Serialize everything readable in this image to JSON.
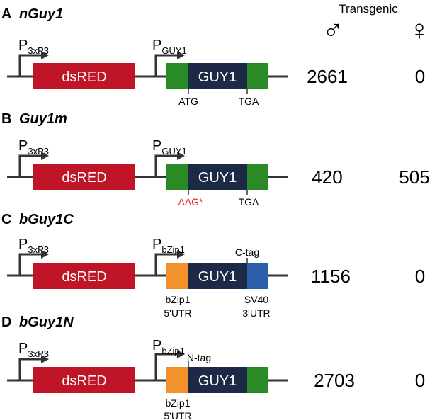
{
  "header": {
    "group_label": "Transgenic",
    "male_symbol": "♂",
    "female_symbol": "♀"
  },
  "colors": {
    "dsred": "#BF1527",
    "cds": "#1D2A45",
    "flank_green": "#2A8A25",
    "utr_orange": "#F3922D",
    "sv40_blue": "#2B5FAC",
    "line": "#333333",
    "mutation_red": "#E8262B"
  },
  "panels": [
    {
      "letter": "A",
      "title": "nGuy1",
      "p1_main": "P",
      "p1_sub": "3xP3",
      "p2_main": "P",
      "p2_sub": "GUY1",
      "reporter": "dsRED",
      "cds": "GUY1",
      "left_label": "ATG",
      "right_label": "TGA",
      "male_count": "2661",
      "female_count": "0"
    },
    {
      "letter": "B",
      "title": "Guy1m",
      "p1_main": "P",
      "p1_sub": "3xP3",
      "p2_main": "P",
      "p2_sub": "GUY1",
      "reporter": "dsRED",
      "cds": "GUY1",
      "left_label": "AAG*",
      "right_label": "TGA",
      "male_count": "420",
      "female_count": "505"
    },
    {
      "letter": "C",
      "title": "bGuy1C",
      "p1_main": "P",
      "p1_sub": "3xP3",
      "p2_main": "P",
      "p2_sub": "bZip1",
      "reporter": "dsRED",
      "cds": "GUY1",
      "tag": "C-tag",
      "left_label_1": "bZip1",
      "left_label_2": "5'UTR",
      "right_label_1": "SV40",
      "right_label_2": "3'UTR",
      "male_count": "1156",
      "female_count": "0"
    },
    {
      "letter": "D",
      "title": "bGuy1N",
      "p1_main": "P",
      "p1_sub": "3xP3",
      "p2_main": "P",
      "p2_sub": "bZip1",
      "reporter": "dsRED",
      "cds": "GUY1",
      "tag": "N-tag",
      "left_label_1": "bZip1",
      "left_label_2": "5'UTR",
      "male_count": "2703",
      "female_count": "0"
    }
  ]
}
